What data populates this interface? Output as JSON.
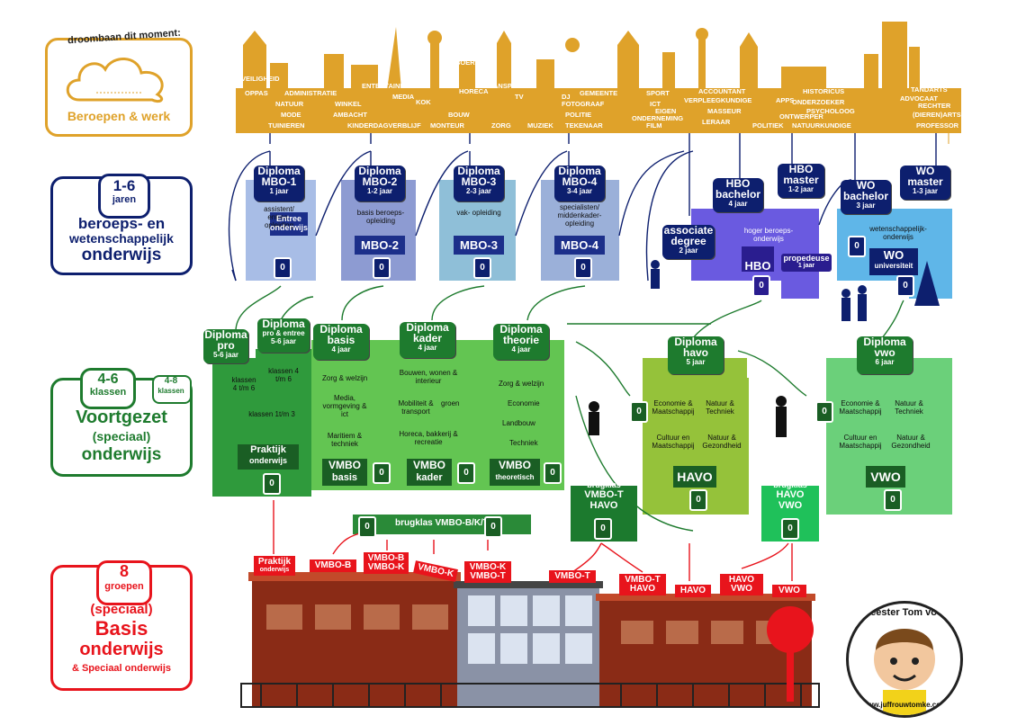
{
  "labels": {
    "dream_line1": "droombaan dit moment:",
    "jobs_title": "Beroepen & werk",
    "higher_years": "1-6",
    "higher_years_unit": "jaren",
    "higher_line1": "beroeps- en",
    "higher_line2": "wetenschappelijk",
    "higher_line3": "onderwijs",
    "vo_years": "4-6",
    "vo_years_unit": "klassen",
    "vo_badge_years": "4-8",
    "vo_badge_unit": "klassen",
    "vo_line1": "Voortgezet",
    "vo_line2": "(speciaal)",
    "vo_line3": "onderwijs",
    "po_years": "8",
    "po_years_unit": "groepen",
    "po_line1": "(speciaal)",
    "po_line2": "Basis",
    "po_line3": "onderwijs",
    "po_line4": "& Speciaal onderwijs"
  },
  "professions": [
    "VEILIGHEID",
    "OPPAS",
    "ADMINISTRATIE",
    "NATUUR",
    "MODE",
    "TUINIEREN",
    "ENTERTAINMENT",
    "MEDIA",
    "WINKEL",
    "AMBACHT",
    "KINDERDAGVERBLIJF",
    "KOK",
    "BOER",
    "HORECA",
    "BOUW",
    "MONTEUR",
    "TRANSPORT",
    "TV",
    "ZORG",
    "MUZIEK",
    "DJ",
    "GEMEENTE",
    "FOTOGRAAF",
    "POLITIE",
    "TEKENAAR",
    "SPORT",
    "ICT",
    "EIGEN",
    "ONDERNEMING",
    "FILM",
    "ACCOUNTANT",
    "VERPLEEGKUNDIGE",
    "MASSEUR",
    "LERAAR",
    "APPS",
    "HISTORICUS",
    "ONDERZOEKER",
    "ONTWERPER",
    "POLITIEK",
    "PSYCHOLOOG",
    "NATUURKUNDIGE",
    "TANDARTS",
    "ADVOCAAT",
    "RECHTER",
    "(DIEREN)ARTS",
    "PROFESSOR"
  ],
  "mbo": [
    {
      "title": "Diploma",
      "title2": "MBO-1",
      "dur": "1 jaar",
      "desc": "assistent/ entree- opleiding",
      "plate": "Entree onderwijs"
    },
    {
      "title": "Diploma",
      "title2": "MBO-2",
      "dur": "1-2 jaar",
      "desc": "basis beroeps- opleiding",
      "plate": "MBO-2"
    },
    {
      "title": "Diploma",
      "title2": "MBO-3",
      "dur": "2-3 jaar",
      "desc": "vak- opleiding",
      "plate": "MBO-3"
    },
    {
      "title": "Diploma",
      "title2": "MBO-4",
      "dur": "3-4 jaar",
      "desc": "specialisten/ middenkader- opleiding",
      "plate": "MBO-4"
    }
  ],
  "higher": {
    "assoc_title": "associate",
    "assoc_title2": "degree",
    "assoc_dur": "2 jaar",
    "hbo_bach": "HBO",
    "hbo_bach2": "bachelor",
    "hbo_bach_dur": "4 jaar",
    "hbo_master": "HBO",
    "hbo_master2": "master",
    "hbo_master_dur": "1-2 jaar",
    "wo_bach": "WO",
    "wo_bach2": "bachelor",
    "wo_bach_dur": "3 jaar",
    "wo_master": "WO",
    "wo_master2": "master",
    "wo_master_dur": "1-3 jaar",
    "hbo_desc": "hoger beroeps- onderwijs",
    "hbo_plate": "HBO",
    "prop": "propedeuse",
    "prop_dur": "1 jaar",
    "wo_desc": "wetenschappelijk- onderwijs",
    "wo_plate": "WO",
    "wo_plate2": "universiteit"
  },
  "vo": {
    "pro_title": "Diploma",
    "pro_title2": "pro",
    "pro_dur": "5-6 jaar",
    "entree_title": "Diploma",
    "entree_title2": "pro & entree",
    "entree_dur": "5-6 jaar",
    "pro_text1": "klassen 4 t/m 6",
    "pro_text2": "klassen 4 t/m 6",
    "pro_text3": "klassen 1t/m 3",
    "pro_plate": "Praktijk",
    "pro_plate2": "onderwijs",
    "basis_title": "Diploma",
    "basis_title2": "basis",
    "basis_dur": "4 jaar",
    "kader_title": "Diploma",
    "kader_title2": "kader",
    "kader_dur": "4 jaar",
    "theorie_title": "Diploma",
    "theorie_title2": "theorie",
    "theorie_dur": "4 jaar",
    "sector1": "Zorg & welzijn",
    "sector2": "Media, vormgeving & ict",
    "sector3": "Maritiem & techniek",
    "sector4": "Bouwen, wonen & interieur",
    "sector5": "Mobiliteit & transport",
    "sector6": "groen",
    "sector7": "Horeca, bakkerij & recreatie",
    "sector8": "Zorg & welzijn",
    "sector9": "Economie",
    "sector10": "Landbouw",
    "sector11": "Techniek",
    "vmbo_basis": "VMBO",
    "vmbo_basis2": "basis",
    "vmbo_kader": "VMBO",
    "vmbo_kader2": "kader",
    "vmbo_theo": "VMBO",
    "vmbo_theo2": "theoretisch",
    "brugklas_vmbo": "brugklas VMBO-B/K/T",
    "brug_vt": "brugklas",
    "brug_vt2": "VMBO-T",
    "brug_vt3": "HAVO",
    "brug_hv": "brugklas",
    "brug_hv2": "HAVO",
    "brug_hv3": "VWO",
    "havo_title": "Diploma",
    "havo_title2": "havo",
    "havo_dur": "5 jaar",
    "vwo_title": "Diploma",
    "vwo_title2": "vwo",
    "vwo_dur": "6 jaar",
    "prof1": "Economie & Maatschappij",
    "prof2": "Natuur & Techniek",
    "prof3": "Cultuur en Maatschappij",
    "prof4": "Natuur & Gezondheid",
    "havo_plate": "HAVO",
    "vwo_plate": "VWO"
  },
  "advice": [
    {
      "l1": "Praktijk",
      "l2": "onderwijs"
    },
    {
      "l1": "VMBO-B",
      "l2": ""
    },
    {
      "l1": "VMBO-B",
      "l2": "VMBO-K"
    },
    {
      "l1": "VMBO-K",
      "l2": ""
    },
    {
      "l1": "VMBO-K",
      "l2": "VMBO-T"
    },
    {
      "l1": "VMBO-T",
      "l2": ""
    },
    {
      "l1": "VMBO-T",
      "l2": "HAVO"
    },
    {
      "l1": "HAVO",
      "l2": ""
    },
    {
      "l1": "HAVO",
      "l2": "VWO"
    },
    {
      "l1": "VWO",
      "l2": ""
    }
  ],
  "logo": {
    "text": "Meester Tom voor",
    "url": "www.juffrouwtomke.com"
  },
  "colors": {
    "gold": "#dfa22a",
    "navy": "#0d1f6e",
    "green": "#1e7b2e",
    "red": "#e8141c"
  }
}
